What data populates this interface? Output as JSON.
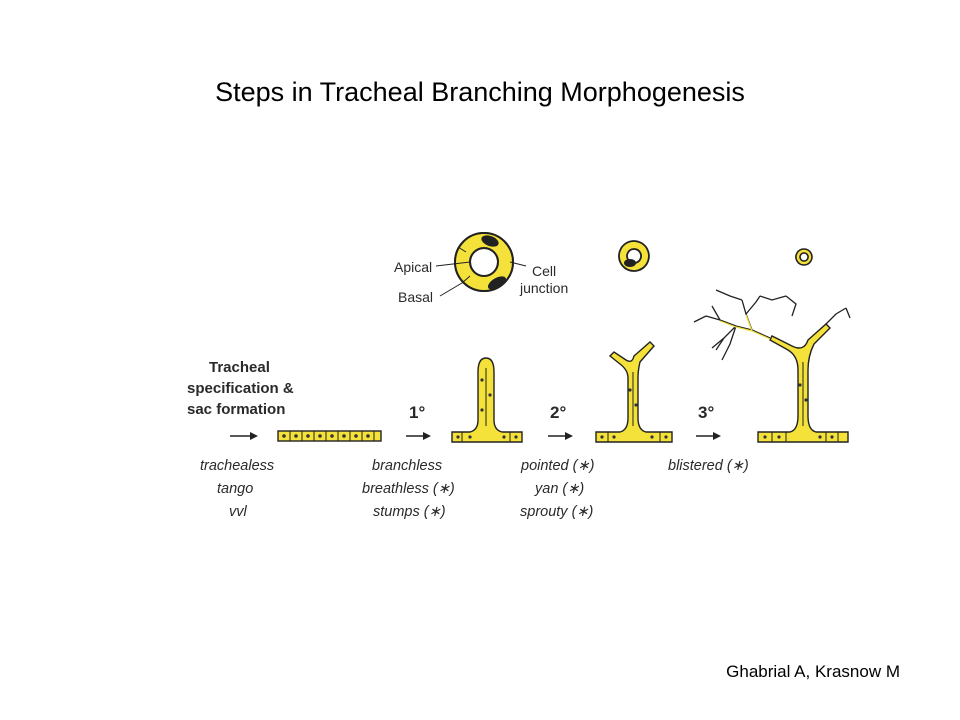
{
  "title": "Steps in Tracheal Branching Morphogenesis",
  "credit": "Ghabrial A, Krasnow M",
  "cross_section": {
    "apical": "Apical",
    "basal": "Basal",
    "cell_line1": "Cell",
    "cell_line2": "junction"
  },
  "stage0": {
    "line1": "Tracheal",
    "line2": "specification &",
    "line3": "sac formation",
    "genes": [
      "trachealess",
      "tango",
      "vvl"
    ]
  },
  "stage1": {
    "label": "1°",
    "genes": [
      "branchless",
      "breathless (∗)",
      "stumps (∗)"
    ]
  },
  "stage2": {
    "label": "2°",
    "genes": [
      "pointed (∗)",
      "yan (∗)",
      "sprouty (∗)"
    ]
  },
  "stage3": {
    "label": "3°",
    "genes": [
      "blistered (∗)"
    ]
  },
  "colors": {
    "tube_fill": "#f4e23a",
    "outline": "#222222"
  }
}
